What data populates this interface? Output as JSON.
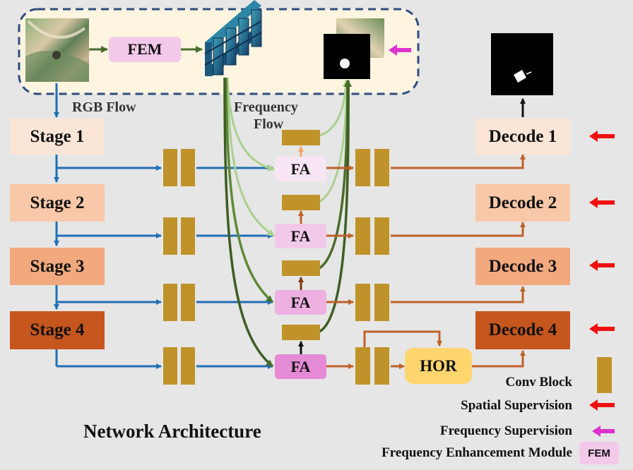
{
  "stages": [
    "Stage 1",
    "Stage 2",
    "Stage 3",
    "Stage 4"
  ],
  "decoders": [
    "Decode 1",
    "Decode 2",
    "Decode 3",
    "Decode 4"
  ],
  "fa_label": "FA",
  "fem_label": "FEM",
  "hor_label": "HOR",
  "rgb_flow_label": "RGB Flow",
  "frequency_flow_label": [
    "Frequency",
    "Flow"
  ],
  "title": "Network Architecture",
  "legend": {
    "conv_block": "Conv Block",
    "spatial_supervision": "Spatial Supervision",
    "frequency_supervision": "Frequency Supervision",
    "fem_full": "Frequency Enhancement Module",
    "fem_short": "FEM"
  },
  "colors": {
    "rgb_flow": "#1f6fb5",
    "decoder_flow": "#c0602a",
    "frequency_dark": "#4a6d2a",
    "frequency_light": "#a9d08e",
    "conv_block": "#c0932a",
    "spatial_arrow": "#ee1111",
    "frequency_arrow": "#dd33cc"
  }
}
